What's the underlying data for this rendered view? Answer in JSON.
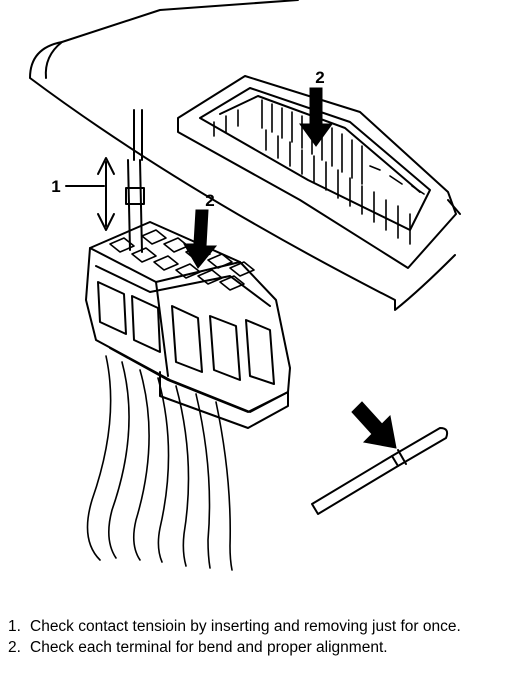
{
  "figure": {
    "callouts": {
      "one": "1",
      "two_top": "2",
      "two_mid": "2"
    }
  },
  "notes": [
    {
      "number": "1.",
      "text": "Check contact tensioin by inserting and removing just for once."
    },
    {
      "number": "2.",
      "text": "Check each terminal for bend and proper alignment."
    }
  ]
}
